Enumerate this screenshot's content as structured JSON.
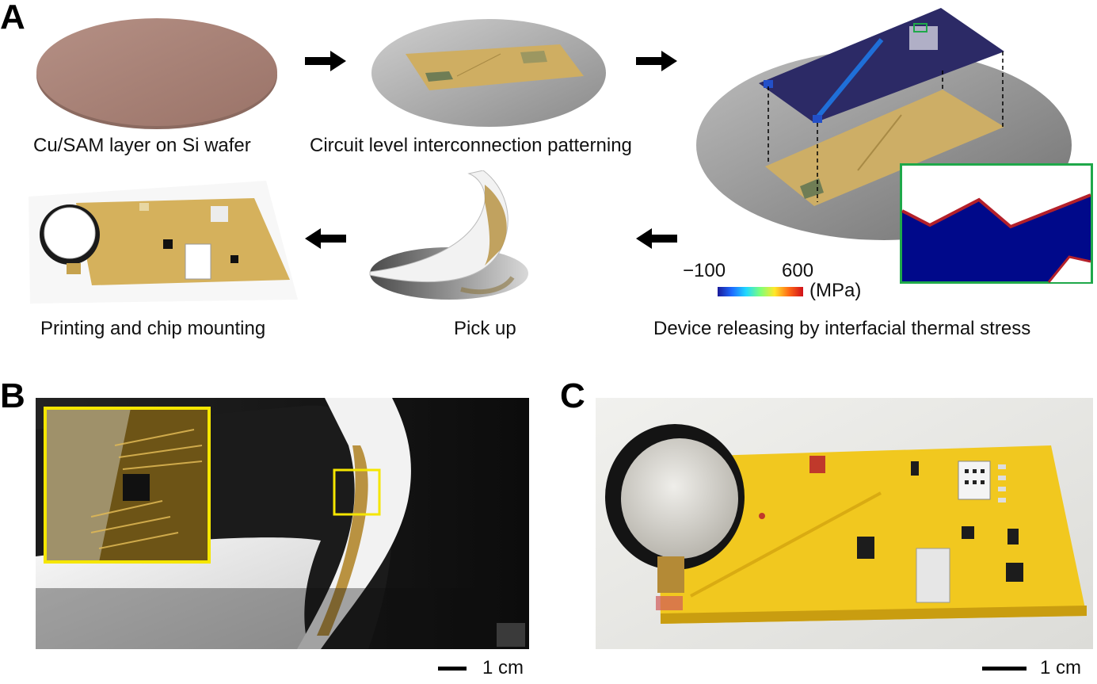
{
  "panels": {
    "a": {
      "letter": "A"
    },
    "b": {
      "letter": "B"
    },
    "c": {
      "letter": "C"
    }
  },
  "steps": [
    {
      "caption": "Cu/SAM layer on Si wafer"
    },
    {
      "caption": "Circuit level interconnection patterning"
    },
    {
      "caption": "Device releasing by interfacial thermal stress"
    },
    {
      "caption": "Pick up"
    },
    {
      "caption": "Printing and chip mounting"
    }
  ],
  "colorbar": {
    "min_label": "−100",
    "max_label": "600",
    "unit": "(MPa)",
    "min_value": -100,
    "max_value": 600
  },
  "scalebars": {
    "b": "1 cm",
    "c": "1 cm"
  },
  "colors": {
    "copper": "#c9a24f",
    "wafer_brown": "#a98075",
    "highlight_yellow": "#f5e600",
    "inset_green": "#1fa84a",
    "stress_blue": "#000a8c",
    "arrow": "#000000"
  },
  "icons": [
    "right-arrow-icon",
    "left-arrow-icon"
  ]
}
